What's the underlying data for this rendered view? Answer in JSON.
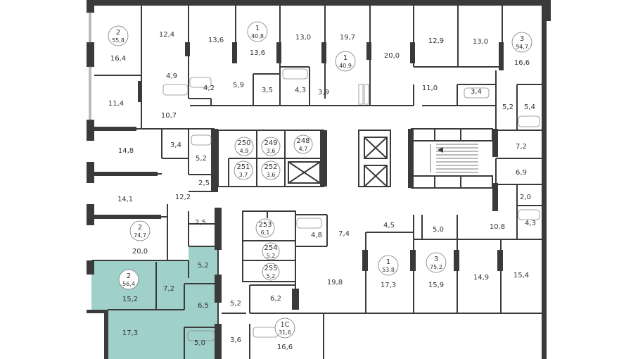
{
  "selected_apartment": {
    "rooms": "2",
    "area": "56,4",
    "highlight_color": "#9fd0ca"
  },
  "apartments": [
    {
      "id": "apt-nw",
      "rooms": "2",
      "area": "55,8"
    },
    {
      "id": "apt-n1",
      "rooms": "1",
      "area": "40,8"
    },
    {
      "id": "apt-n2",
      "rooms": "1",
      "area": "40,9"
    },
    {
      "id": "apt-ne",
      "rooms": "3",
      "area": "94,7"
    },
    {
      "id": "apt-w",
      "rooms": "2",
      "area": "74,7"
    },
    {
      "id": "apt-sel",
      "rooms": "2",
      "area": "56,4"
    },
    {
      "id": "apt-s1",
      "rooms": "1",
      "area": "53,8"
    },
    {
      "id": "apt-s3",
      "rooms": "3",
      "area": "75,2"
    },
    {
      "id": "apt-1c",
      "rooms": "1С",
      "area": "31,6"
    }
  ],
  "storage": [
    {
      "id": "250",
      "area": "4,9"
    },
    {
      "id": "249",
      "area": "3,6"
    },
    {
      "id": "248",
      "area": "4,7"
    },
    {
      "id": "251",
      "area": "3,7"
    },
    {
      "id": "252",
      "area": "3,6"
    },
    {
      "id": "253",
      "area": "6,1"
    },
    {
      "id": "254",
      "area": "5,2"
    },
    {
      "id": "255",
      "area": "5,2"
    }
  ],
  "room_areas": [
    "16,4",
    "12,4",
    "13,6",
    "13,6",
    "13,0",
    "19,7",
    "20,0",
    "12,9",
    "13,0",
    "16,6",
    "4,9",
    "4,2",
    "5,9",
    "3,5",
    "4,3",
    "3,9",
    "11,0",
    "3,4",
    "5,2",
    "5,4",
    "11,4",
    "10,7",
    "14,8",
    "3,4",
    "5,2",
    "7,2",
    "6,9",
    "2,5",
    "12,2",
    "14,1",
    "2,0",
    "4,3",
    "2,5",
    "20,0",
    "4,8",
    "7,4",
    "4,5",
    "5,0",
    "10,8",
    "5,2",
    "7,2",
    "15,2",
    "6,5",
    "19,8",
    "17,3",
    "15,9",
    "14,9",
    "15,4",
    "5,2",
    "6,2",
    "17,3",
    "5,0",
    "3,6",
    "16,6"
  ]
}
